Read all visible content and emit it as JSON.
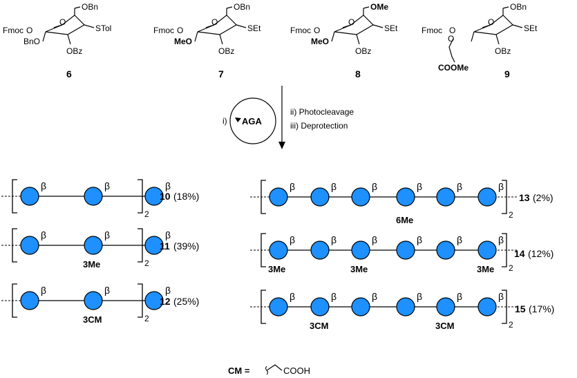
{
  "building_blocks": [
    {
      "id": "6",
      "subs": {
        "c6": "OBn",
        "c4": "Fmoc",
        "c3": "BnO",
        "c2": "OBz",
        "c1": "STol"
      }
    },
    {
      "id": "7",
      "subs": {
        "c6": "OBn",
        "c4": "Fmoc",
        "c3": "MeO",
        "c2": "OBz",
        "c1": "SEt"
      }
    },
    {
      "id": "8",
      "subs": {
        "c6": "OMe",
        "c4": "Fmoc",
        "c3": "MeO",
        "c2": "OBz",
        "c1": "SEt"
      }
    },
    {
      "id": "9",
      "subs": {
        "c6": "OBn",
        "c4": "Fmoc",
        "c3": "COOMe",
        "c2": "OBz",
        "c1": "SEt"
      }
    }
  ],
  "scheme": {
    "cycle_label": "AGA",
    "step_i": "i)",
    "step_ii": "ii) Photocleavage",
    "step_iii": "iii) Deprotection"
  },
  "linkage": "β",
  "repeat_subscript": "2",
  "residue_color": "#1e90ff",
  "products": [
    {
      "id": "10",
      "yield": "(18%)",
      "units": 3,
      "mods": []
    },
    {
      "id": "11",
      "yield": "(39%)",
      "units": 3,
      "mods": [
        {
          "pos": 1,
          "label": "3Me",
          "side": "below"
        }
      ]
    },
    {
      "id": "12",
      "yield": "(25%)",
      "units": 3,
      "mods": [
        {
          "pos": 1,
          "label": "3CM",
          "side": "below"
        }
      ]
    },
    {
      "id": "13",
      "yield": "(2%)",
      "units": 6,
      "mods": [
        {
          "pos": 3,
          "label": "6Me",
          "side": "below"
        }
      ]
    },
    {
      "id": "14",
      "yield": "(12%)",
      "units": 6,
      "mods": [
        {
          "pos": 0,
          "label": "3Me",
          "side": "below"
        },
        {
          "pos": 2,
          "label": "3Me",
          "side": "below"
        },
        {
          "pos": 5,
          "label": "3Me",
          "side": "below"
        }
      ]
    },
    {
      "id": "15",
      "yield": "(17%)",
      "units": 6,
      "mods": [
        {
          "pos": 1,
          "label": "3CM",
          "side": "below"
        },
        {
          "pos": 4,
          "label": "3CM",
          "side": "below"
        }
      ]
    }
  ],
  "legend": {
    "abbr": "CM =",
    "structure": "COOH"
  }
}
